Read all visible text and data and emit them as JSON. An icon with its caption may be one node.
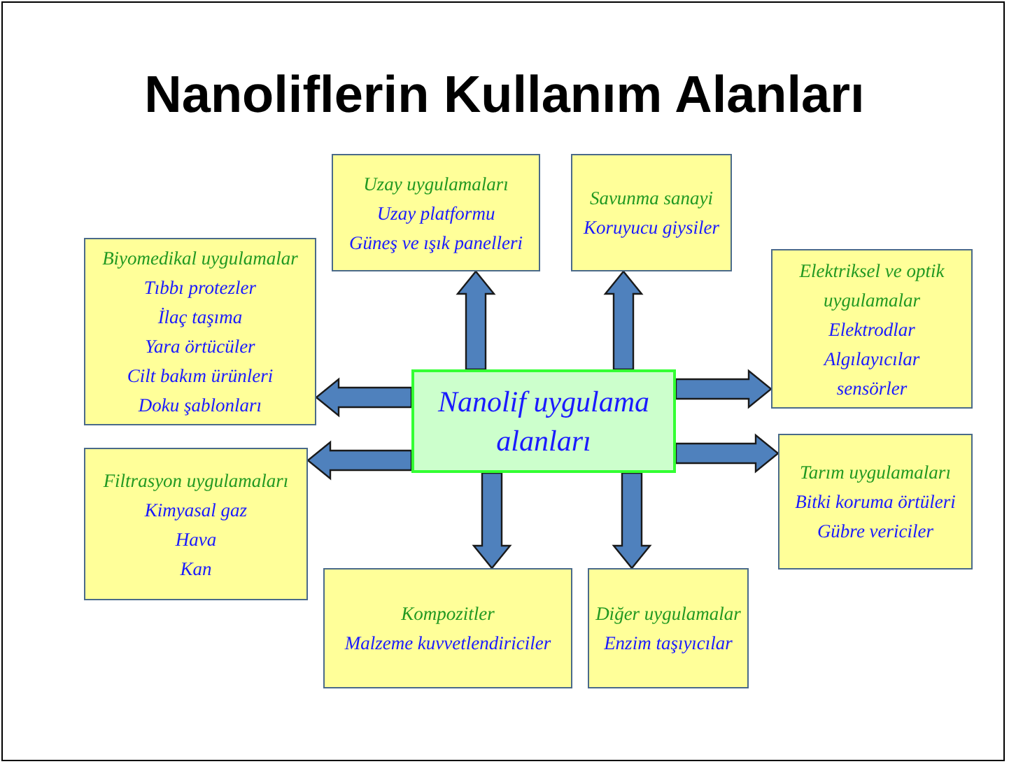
{
  "diagram": {
    "title": "Nanoliflerin Kullanım Alanları",
    "nodes": [
      {
        "text": [
          "Uzay uygulamaları",
          "Uzay platformu",
          "Güneş ve ışık panelleri"
        ]
      },
      {
        "text": [
          "Savunma sanayi",
          "Koruyucu giysiler"
        ]
      },
      {
        "text": [
          "Biyomedikal uygulamalar",
          "Tıbbı protezler",
          "İlaç taşıma",
          "Yara örtücüler",
          "Cilt bakım ürünleri",
          "Doku şablonları"
        ]
      },
      {
        "text": [
          "Elektriksel ve optik uygulamalar",
          "Elektrodlar",
          "Algılayıcılar",
          "sensörler"
        ]
      },
      {
        "text": [
          "Nanolif uygulama alanları"
        ]
      },
      {
        "text": [
          "Filtrasyon uygulamaları",
          "Kimyasal gaz",
          "Hava",
          "Kan"
        ]
      },
      {
        "text": [
          "Tarım uygulamaları",
          "Bitki koruma örtüleri",
          "Gübre vericiler"
        ]
      },
      {
        "text": [
          "Kompozitler",
          "Malzeme kuvvetlendiriciler"
        ]
      },
      {
        "text": [
          "Diğer uygulamalar",
          "Enzim taşıyıcılar"
        ]
      }
    ],
    "edges": [
      {
        "from": 4,
        "to": 0,
        "arrow": "to"
      },
      {
        "from": 4,
        "to": 1,
        "arrow": "to"
      },
      {
        "from": 4,
        "to": 2,
        "arrow": "to"
      },
      {
        "from": 4,
        "to": 5,
        "arrow": "to"
      },
      {
        "from": 4,
        "to": 3,
        "arrow": "to"
      },
      {
        "from": 4,
        "to": 6,
        "arrow": "to"
      },
      {
        "from": 4,
        "to": 7,
        "arrow": "to"
      },
      {
        "from": 4,
        "to": 8,
        "arrow": "to"
      }
    ]
  }
}
